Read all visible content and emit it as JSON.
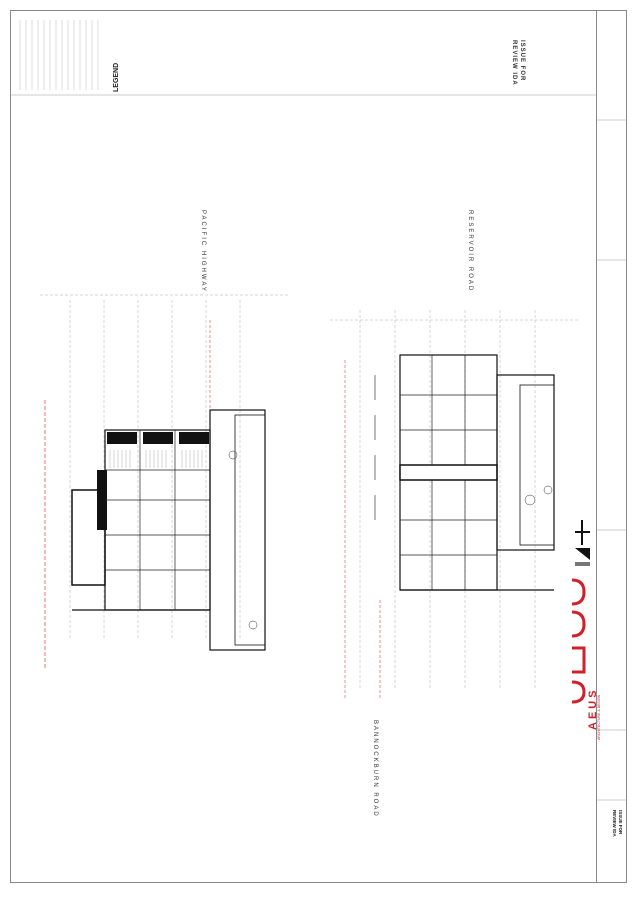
{
  "legend": {
    "title": "LEGEND"
  },
  "stamp": {
    "line1": "ISSUE FOR",
    "line2": "REVIEW IDA"
  },
  "titleblock_stamp": {
    "line1": "ISSUE FOR",
    "line2": "REVIEW IDA"
  },
  "roads": {
    "top": "PACIFIC HIGHWAY",
    "right": "RESERVOIR ROAD",
    "bottom": "BANNOCKBURN ROAD"
  },
  "logo": {
    "text": "AEUS",
    "tagline": "ARCHITECTURE & DESIGN"
  },
  "colors": {
    "ink": "#111111",
    "datum": "#d0202a",
    "grid": "#999999"
  }
}
